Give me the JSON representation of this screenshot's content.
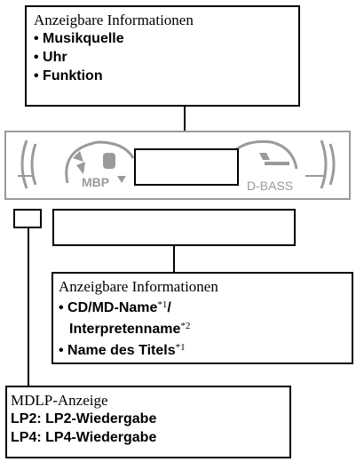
{
  "top_box": {
    "heading": "Anzeigbare Informationen",
    "items": [
      "• Musikquelle",
      "• Uhr",
      "• Funktion"
    ]
  },
  "display": {
    "left_label": "MBP",
    "right_label": "D-BASS"
  },
  "middle_box": {
    "heading": "Anzeigbare Informationen",
    "item1_text": "• CD/MD-Name",
    "item1_sup": "*1",
    "item1_tail": "/",
    "item2_text": "Interpretenname",
    "item2_sup": "*2",
    "item3_text": "• Name des Titels",
    "item3_sup": "*1"
  },
  "bottom_box": {
    "heading": "MDLP-Anzeige",
    "lines": [
      "LP2: LP2-Wiedergabe",
      "LP4: LP4-Wiedergabe"
    ]
  }
}
